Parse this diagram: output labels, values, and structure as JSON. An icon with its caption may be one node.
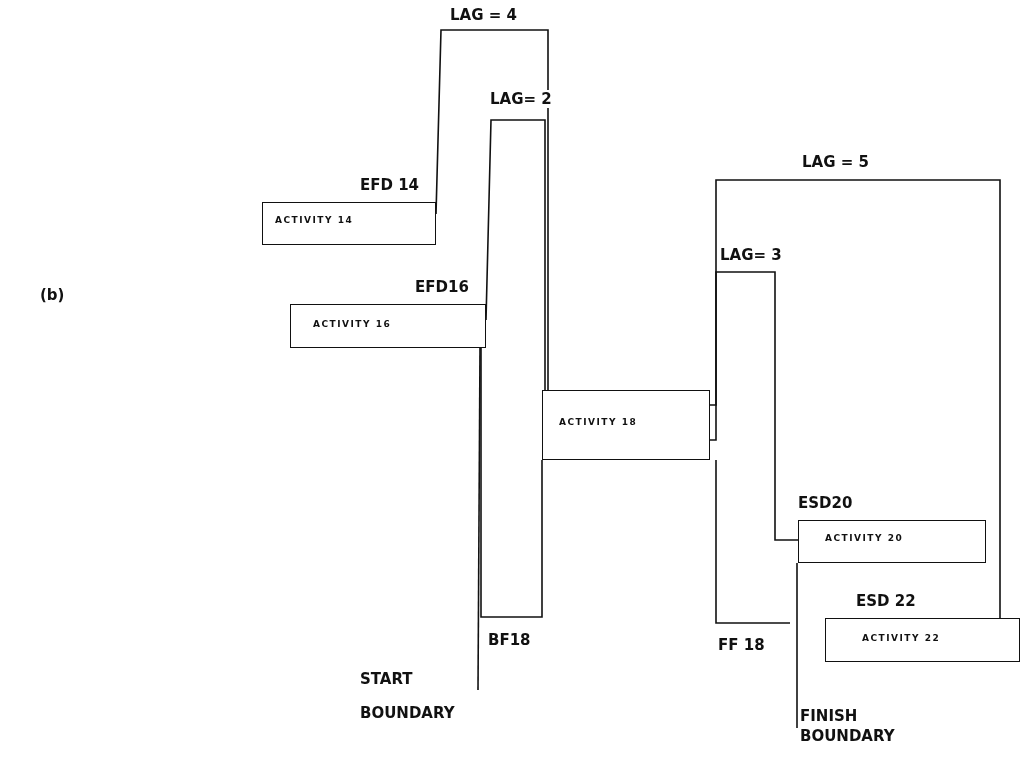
{
  "diagram": {
    "nodes": [
      {
        "text": [
          "ACTIVITY 14"
        ],
        "beside": [
          "EFD 14"
        ]
      },
      {
        "text": [
          "ACTIVITY 16"
        ],
        "beside": [
          "EFD16"
        ]
      },
      {
        "text": [
          "ACTIVITY 18"
        ]
      },
      {
        "text": [
          "ACTIVITY 20"
        ],
        "beside": [
          "ESD20"
        ]
      },
      {
        "text": [
          "ACTIVITY 22"
        ],
        "beside": [
          "ESD 22"
        ]
      }
    ],
    "edges": [
      {
        "from": 0,
        "to": 2,
        "arrow": "none",
        "label": "LAG = 4"
      },
      {
        "from": 1,
        "to": 2,
        "arrow": "none",
        "label": "LAG= 2"
      },
      {
        "from": 2,
        "to": 3,
        "arrow": "none",
        "label": "LAG= 3"
      },
      {
        "from": 2,
        "to": 4,
        "arrow": "none",
        "label": "LAG = 5"
      }
    ],
    "labels": [
      "(b)",
      "BF18",
      "FF 18",
      "START BOUNDARY",
      "FINISH BOUNDARY"
    ]
  }
}
